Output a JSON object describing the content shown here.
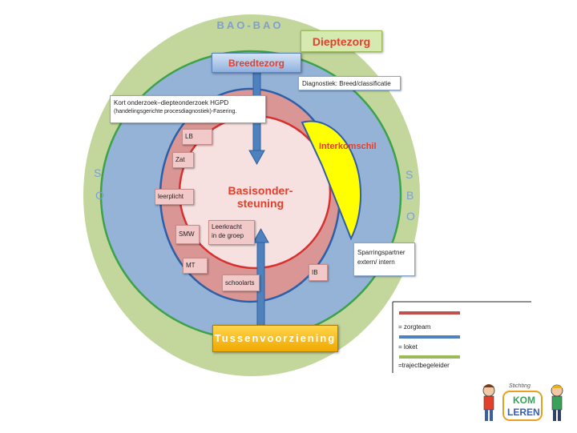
{
  "diagram": {
    "outer_ring_label": "BAO-BAO",
    "dieptezorg": "Dieptezorg",
    "breedtezorg": "Breedtezorg",
    "diagnostiek": "Diagnostiek: Breed/classificatie",
    "kort_onderzoek_line1": "Kort onderzoek–diepteonderzoek HGPD",
    "kort_onderzoek_line2": "(handelingsgerichte procesdiagnostiek)-Fasering.",
    "interkomschil": "Interkomschil",
    "basisondersteuning_line1": "Basisonder-",
    "basisondersteuning_line2": "steuning",
    "lb": "LB",
    "zat": "Zat",
    "leerplicht": "leerplicht",
    "smw": "SMW",
    "mt": "MT",
    "schoolarts": "schoolarts",
    "leerkracht_line1": "Leerkracht",
    "leerkracht_line2": "in de groep",
    "ib": "IB",
    "sparringspartner_line1": "Sparringspartner",
    "sparringspartner_line2": "extern/ intern",
    "tussenvoorziening": "Tussenvoorziening",
    "so_left": [
      "S",
      "O"
    ],
    "sbo_right": [
      "S",
      "B",
      "O"
    ]
  },
  "legend": {
    "items": [
      {
        "label": "= zorgteam",
        "color": "#c0504d"
      },
      {
        "label": "= loket",
        "color": "#4f81bd"
      },
      {
        "label": "=trajectbegeleider",
        "color": "#9bbb59"
      }
    ]
  },
  "logo": {
    "text_top": "Stichting",
    "text_kom": "KOM",
    "text_leren": "LEREN"
  },
  "colors": {
    "outer_ring": "#c3d69b",
    "middle_ring": "#95b3d7",
    "inner_ring": "#d99694",
    "center": "#f6e0e0",
    "interkomschil": "#ffff00",
    "arrow": "#4f81bd",
    "tussen_fill": "#f7c318"
  }
}
